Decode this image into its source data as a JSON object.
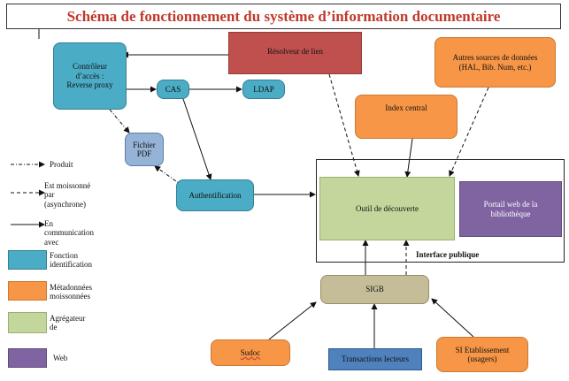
{
  "title": "Schéma de fonctionnement du système d’information documentaire",
  "nodes": {
    "controleur": "Contrôleur\nd’accès :\nReverse proxy",
    "resolveur": "Résolveur de lien",
    "autres_sources": "Autres sources de données\n(HAL, Bib. Num, etc.)",
    "cas": "CAS",
    "ldap": "LDAP",
    "index_central": "Index central",
    "fichier_pdf": "Fichier\nPDF",
    "authentification": "Authentification",
    "outil_decouverte": "Outil de découverte",
    "portail_web": "Portail web de la\nbibliothèque",
    "interface_publique": "Interface publique",
    "sigb": "SIGB",
    "sudoc": "Sudoc",
    "transactions": "Transactions lecteurs",
    "si_etablissement": "SI Etablissement\n(usagers)"
  },
  "legend": {
    "produit": "Produit",
    "moissonne": "Est moissonné\npar\n(asynchrone)",
    "communication": "En\ncommunication\navec",
    "fonction_identification": "Fonction\nidentification",
    "metadonnees": "Métadonnées\nmoissonnées",
    "agregateur": "Agrégateur\nde",
    "web": "Web"
  },
  "colors": {
    "title": "#c0392b",
    "teal": "#4bacc6",
    "orange": "#f79646",
    "red": "#c0504d",
    "green": "#c3d69b",
    "purple": "#8064a2",
    "tan": "#c4bd97",
    "blue": "#4f81bd",
    "lightblue": "#95b3d7"
  }
}
